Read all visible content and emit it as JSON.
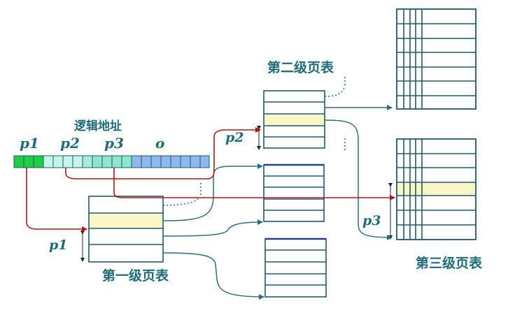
{
  "diagram": {
    "logical_address_label": "逻辑地址",
    "field_labels": {
      "p1": "p1",
      "p2": "p2",
      "p3": "p3",
      "o": "o"
    },
    "level1_title": "第一级页表",
    "level2_title": "第二级页表",
    "level3_title": "第三级页表",
    "offset_labels": {
      "p1": "p1",
      "p2": "p2",
      "p3": "p3"
    },
    "colors": {
      "p1_field": "#22cc44",
      "p2_field": "#b8f0e0",
      "p3_field": "#7fe0c8",
      "o_field": "#8fb8ee",
      "table_line": "#1f5a66",
      "highlight_row": "#fbf6c8",
      "red_arrow": "#b01818",
      "teal_arrow": "#2c6e7e",
      "label_text": "#1f6b78"
    }
  }
}
